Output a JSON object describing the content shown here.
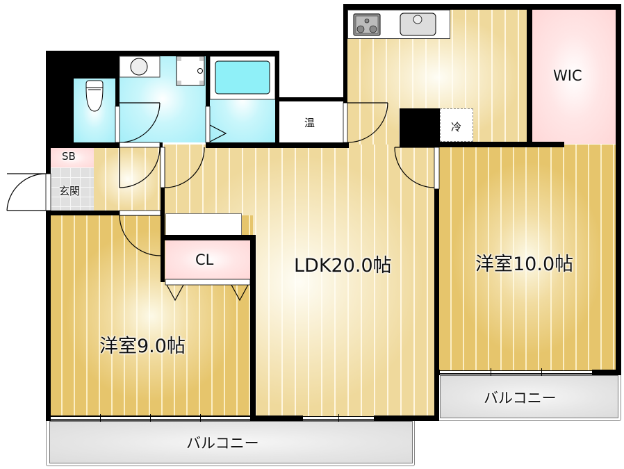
{
  "floorplan": {
    "rooms": {
      "ldk": {
        "label": "LDK20.0帖"
      },
      "western_room_east": {
        "label": "洋室10.0帖"
      },
      "western_room_west": {
        "label": "洋室9.0帖"
      },
      "walk_in_closet": {
        "label": "WIC"
      },
      "closet": {
        "label": "CL"
      },
      "shoe_box": {
        "label": "SB"
      },
      "entrance": {
        "label": "玄関"
      },
      "water_heater": {
        "label": "温"
      },
      "refrigerator": {
        "label": "冷"
      },
      "balcony_south": {
        "label": "バルコニー"
      },
      "balcony_east": {
        "label": "バルコニー"
      }
    },
    "colors": {
      "wall": "#000000",
      "floor_light": "#f3dfa6",
      "floor_dark": "#e8c770",
      "wet_area": "#a4eef8",
      "storage": "#ffd7d7",
      "balcony": "#e0e0e0",
      "entrance_tile": "#e0e0e0"
    }
  }
}
